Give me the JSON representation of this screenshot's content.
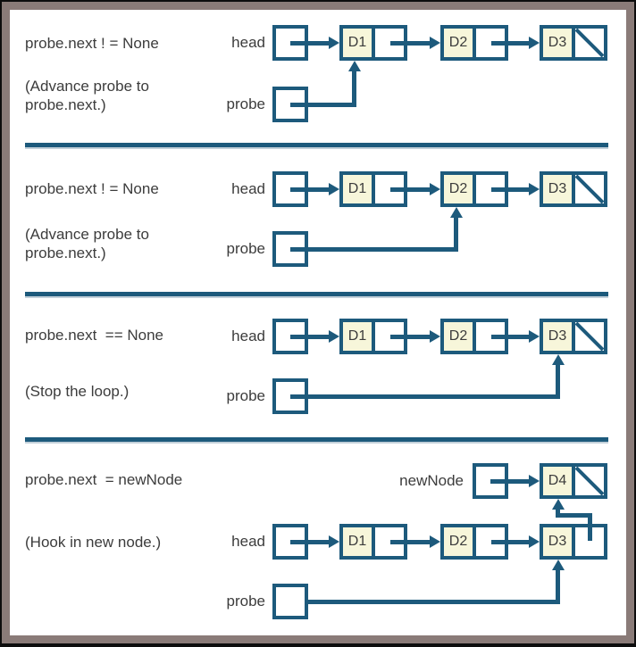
{
  "colors": {
    "accent": "#1d5a7c",
    "node_fill": "#f7f6da",
    "text": "#3c3c3c",
    "frame": "#8a7b78",
    "background": "#ffffff"
  },
  "panels": [
    {
      "statement": "probe.next ! = None",
      "note": "(Advance probe to\nprobe.next.)",
      "head_label": "head",
      "probe_label": "probe",
      "nodes": [
        "D1",
        "D2",
        "D3"
      ]
    },
    {
      "statement": "probe.next ! = None",
      "note": "(Advance probe to\nprobe.next.)",
      "head_label": "head",
      "probe_label": "probe",
      "nodes": [
        "D1",
        "D2",
        "D3"
      ]
    },
    {
      "statement": "probe.next  == None",
      "note": "(Stop the loop.)",
      "head_label": "head",
      "probe_label": "probe",
      "nodes": [
        "D1",
        "D2",
        "D3"
      ]
    },
    {
      "statement": "probe.next  = newNode",
      "note": "(Hook in new node.)",
      "head_label": "head",
      "probe_label": "probe",
      "newnode_label": "newNode",
      "nodes": [
        "D1",
        "D2",
        "D3"
      ],
      "new_node_value": "D4"
    }
  ]
}
